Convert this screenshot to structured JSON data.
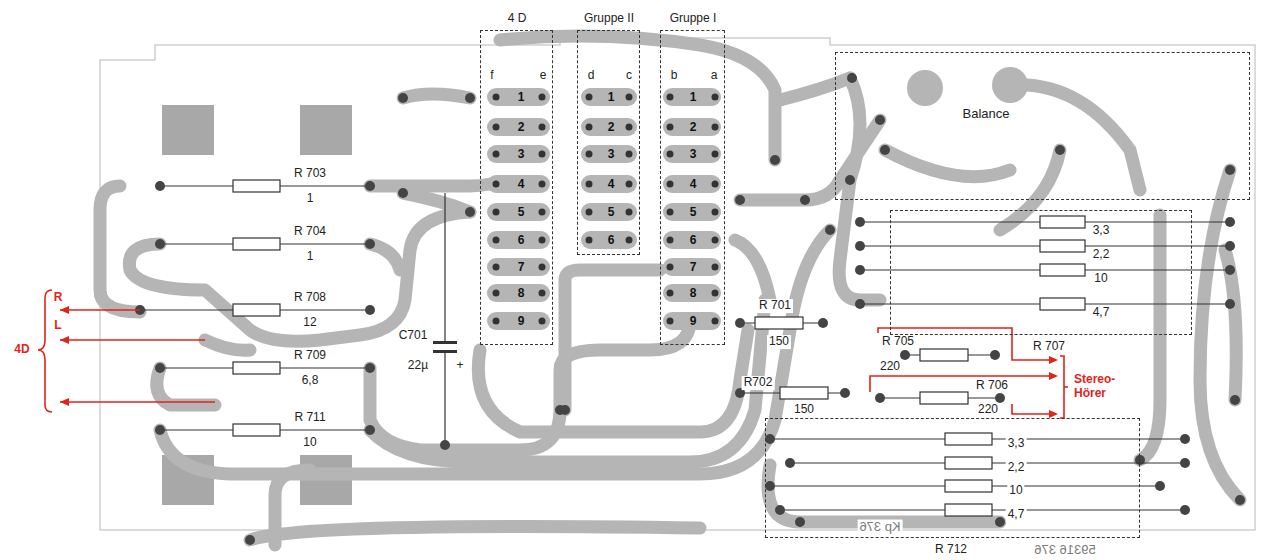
{
  "diagram": {
    "nodes": [
      {
        "text": [
          "4 D",
          "f",
          "e",
          "1",
          "2",
          "3",
          "4",
          "5",
          "6",
          "7",
          "8",
          "9"
        ]
      },
      {
        "text": [
          "Gruppe II",
          "d",
          "c",
          "1",
          "2",
          "3",
          "4",
          "5",
          "6"
        ]
      },
      {
        "text": [
          "Gruppe I",
          "b",
          "a",
          "1",
          "2",
          "3",
          "4",
          "5",
          "6",
          "7",
          "8",
          "9"
        ]
      },
      {
        "text": [
          "Balance"
        ]
      },
      {
        "text": [
          "R 707",
          "3,3",
          "2,2",
          "10",
          "4,7"
        ]
      },
      {
        "text": [
          "R 712",
          "3,3",
          "2,2",
          "10",
          "4,7"
        ]
      }
    ],
    "labels": [
      "R 703",
      "1",
      "R 704",
      "1",
      "R 708",
      "12",
      "R 709",
      "6,8",
      "R 711",
      "10",
      "C701",
      "22µ",
      "+",
      "R 701",
      "150",
      "R702",
      "150",
      "R 705",
      "220",
      "R 706",
      "220",
      "Stereo-Hörer",
      "4D",
      "R",
      "L",
      "Kp 376",
      "59316 376"
    ]
  }
}
